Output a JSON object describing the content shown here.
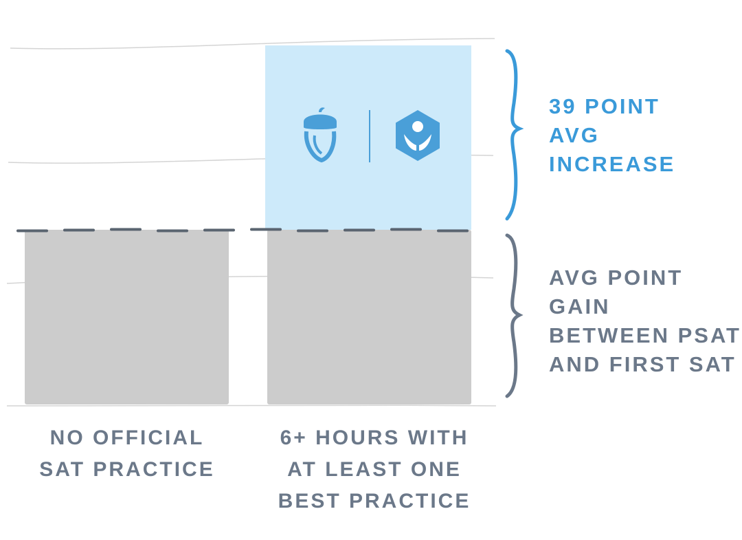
{
  "chart_data": {
    "type": "bar",
    "categories": [
      [
        "NO OFFICIAL",
        "SAT PRACTICE"
      ],
      [
        "6+ HOURS WITH",
        "AT LEAST ONE",
        "BEST PRACTICE"
      ]
    ],
    "series": [
      {
        "values": [
          1,
          1
        ]
      },
      {
        "values": [
          0,
          1
        ]
      }
    ],
    "annotations": [
      {
        "lines": [
          "39 POINT",
          "AVG",
          "INCREASE"
        ]
      },
      {
        "lines": [
          "AVG POINT",
          "GAIN",
          "BETWEEN PSAT",
          "AND FIRST SAT"
        ]
      }
    ],
    "dashed_reference_line": true,
    "grid": true,
    "legend": "none"
  },
  "colors": {
    "base_bar": "#cccccc",
    "increase_bar": "#cdeafa",
    "accent_blue": "#3a9ad9",
    "slate": "#6b7889",
    "grid": "#d4d4d4",
    "dash": "#5a6470"
  },
  "icons": [
    "acorn-icon",
    "khan-academy-hexagon-icon"
  ]
}
